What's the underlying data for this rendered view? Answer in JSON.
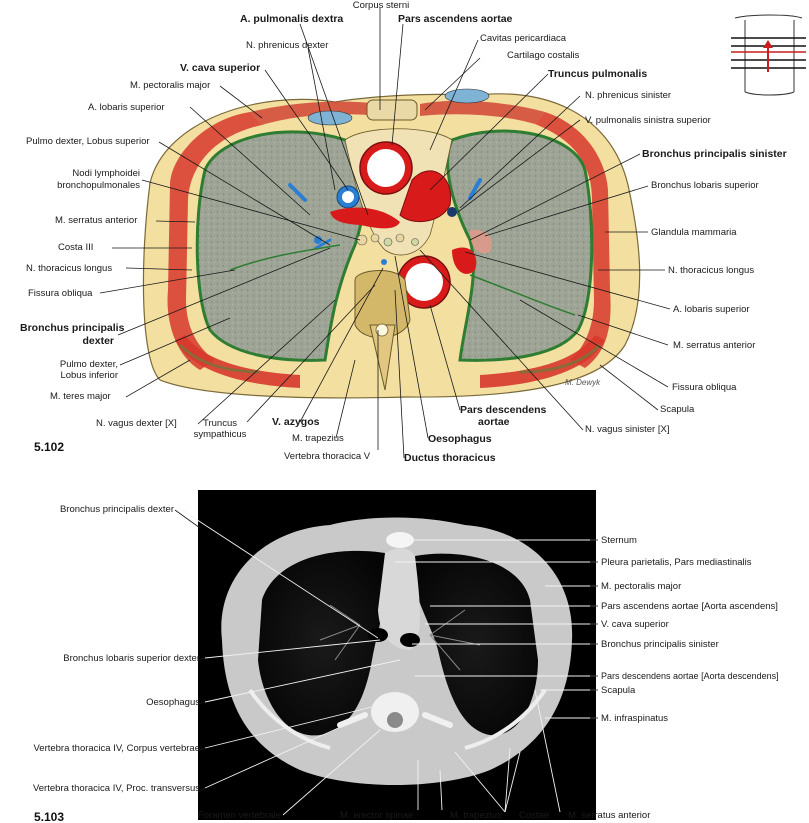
{
  "figure_a": {
    "number": "5.102",
    "labels": {
      "corpus_sterni": "Corpus sterni",
      "a_pulmonalis_dextra": "A. pulmonalis dextra",
      "pars_ascendens_aortae": "Pars ascendens aortae",
      "n_phrenicus_dexter": "N. phrenicus dexter",
      "cavitas_pericardiaca": "Cavitas pericardiaca",
      "cartilago_costalis": "Cartilago costalis",
      "v_cava_superior": "V. cava superior",
      "truncus_pulmonalis": "Truncus pulmonalis",
      "m_pectoralis_major": "M. pectoralis major",
      "n_phrenicus_sinister": "N. phrenicus sinister",
      "a_lobaris_superior_r": "A. lobaris superior",
      "v_pulmonalis_sinistra_superior": "V. pulmonalis sinistra superior",
      "pulmo_dexter_lobus_superior": "Pulmo dexter, Lobus superior",
      "bronchus_principalis_sinister": "Bronchus principalis sinister",
      "nodi_1": "Nodi lymphoidei",
      "nodi_2": "bronchopulmonales",
      "bronchus_lobaris_superior": "Bronchus lobaris superior",
      "m_serratus_anterior_r": "M. serratus anterior",
      "glandula_mammaria": "Glandula mammaria",
      "costa_iii": "Costa III",
      "n_thoracicus_longus_r": "N. thoracicus longus",
      "n_thoracicus_longus_l": "N. thoracicus longus",
      "fissura_obliqua_r": "Fissura obliqua",
      "a_lobaris_superior_l": "A. lobaris superior",
      "bronchus_principalis_dexter_1": "Bronchus principalis",
      "bronchus_principalis_dexter_2": "dexter",
      "m_serratus_anterior_l": "M. serratus anterior",
      "pulmo_dexter_inf_1": "Pulmo dexter,",
      "pulmo_dexter_inf_2": "Lobus inferior",
      "fissura_obliqua_l": "Fissura obliqua",
      "m_teres_major": "M. teres major",
      "scapula": "Scapula",
      "n_vagus_dexter": "N. vagus dexter [X]",
      "truncus_1": "Truncus",
      "truncus_2": "sympathicus",
      "v_azygos": "V. azygos",
      "pars_descendens_1": "Pars descendens",
      "pars_descendens_2": "aortae",
      "n_vagus_sinister": "N. vagus sinister [X]",
      "m_trapezius": "M. trapezius",
      "oesophagus": "Oesophagus",
      "vertebra_thoracica_v": "Vertebra thoracica V",
      "ductus_thoracicus": "Ductus thoracicus",
      "signature": "M. Dewyk"
    }
  },
  "figure_b": {
    "number": "5.103",
    "labels": {
      "bronchus_principalis_dexter": "Bronchus principalis dexter",
      "sternum": "Sternum",
      "pleura_parietalis": "Pleura parietalis, Pars mediastinalis",
      "m_pectoralis_major": "M. pectoralis major",
      "pars_ascendens_aortae": "Pars ascendens aortae [Aorta ascendens]",
      "v_cava_superior": "V. cava superior",
      "bronchus_principalis_sinister": "Bronchus principalis sinister",
      "bronchus_lobaris_superior_dexter": "Bronchus lobaris superior dexter",
      "pars_descendens_aortae": "Pars descendens aortae [Aorta descendens]",
      "scapula": "Scapula",
      "oesophagus": "Oesophagus",
      "m_infraspinatus": "M. infraspinatus",
      "vertebra_corpus": "Vertebra thoracica IV, Corpus vertebrae",
      "vertebra_proc": "Vertebra thoracica IV, Proc. transversus",
      "foramen_vertebrale": "Foramen vertebrale",
      "m_erector_spinae": "M. erector spinae",
      "m_trapezius": "M. trapezius",
      "costae": "Costae",
      "m_serratus_anterior": "M. serratus anterior"
    }
  },
  "colors": {
    "fat": "#f3dfa0",
    "muscle": "#d7382b",
    "lung": "#9aa294",
    "pleura": "#2e7d32",
    "artery": "#d91a1a",
    "vein": "#2a7fd4",
    "ct_background": "#000000"
  }
}
